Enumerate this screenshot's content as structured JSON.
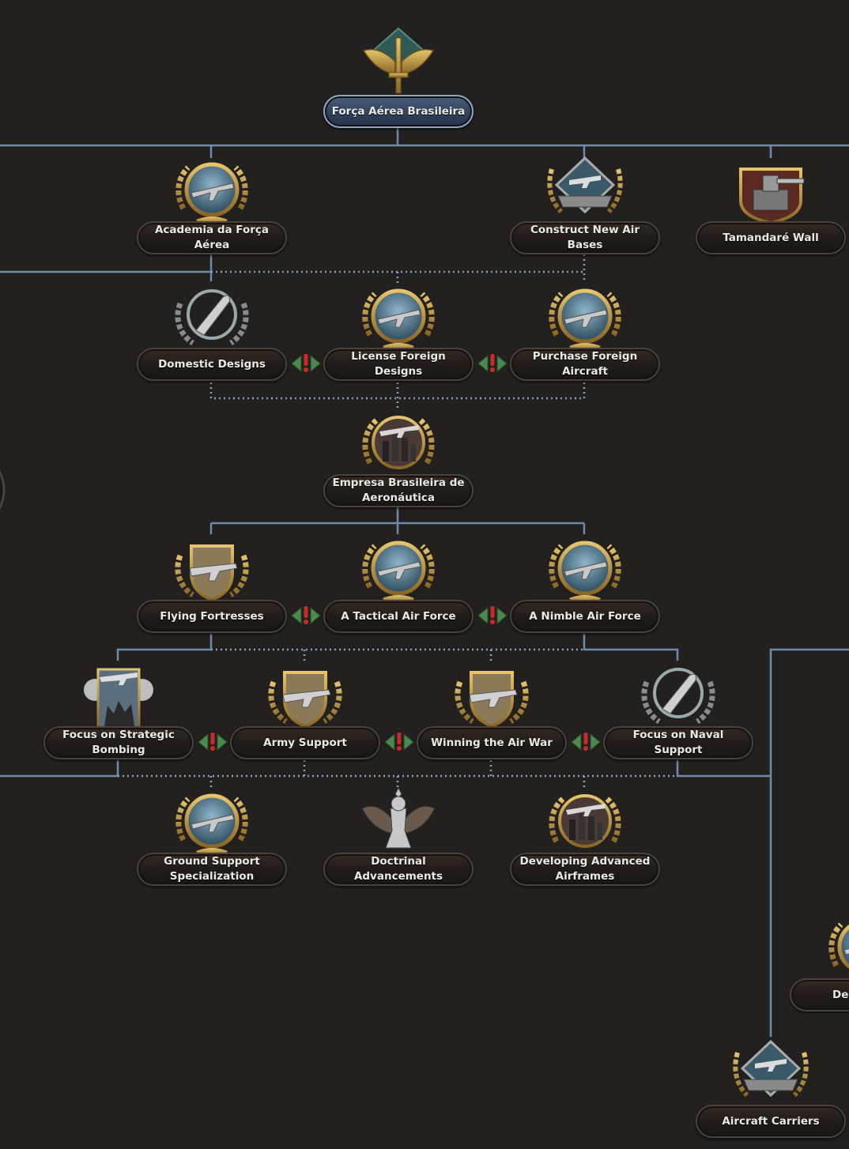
{
  "focus_tree": {
    "root": {
      "label": "Força Aérea Brasileira",
      "icon": "winged-sword-emblem-icon"
    },
    "academia": {
      "label": "Academia da Força Aérea",
      "icon": "pilots-portrait-icon"
    },
    "air_bases": {
      "label": "Construct New Air Bases",
      "icon": "airbase-runway-icon"
    },
    "tamandare": {
      "label": "Tamandaré Wall",
      "icon": "coastal-gun-fort-icon"
    },
    "domestic": {
      "label": "Domestic Designs",
      "icon": "crossed-wrenches-icon"
    },
    "license": {
      "label": "License Foreign Designs",
      "icon": "blueprint-plane-icon"
    },
    "purchase": {
      "label": "Purchase Foreign Aircraft",
      "icon": "gold-coins-plane-icon"
    },
    "embraer": {
      "label": "Empresa Brasileira de Aeronáutica",
      "icon": "aircraft-factory-icon"
    },
    "fortresses": {
      "label": "Flying Fortresses",
      "icon": "heavy-bomber-shield-icon"
    },
    "tactical": {
      "label": "A Tactical Air Force",
      "icon": "tactical-bomber-icon"
    },
    "nimble": {
      "label": "A Nimble Air Force",
      "icon": "fighter-plane-icon"
    },
    "strategic": {
      "label": "Focus on Strategic Bombing",
      "icon": "bombed-city-icon"
    },
    "army_support": {
      "label": "Army Support",
      "icon": "cas-plane-icon"
    },
    "air_war": {
      "label": "Winning the Air War",
      "icon": "fighter-laurel-icon"
    },
    "naval_support": {
      "label": "Focus on Naval Support",
      "icon": "torpedo-icon"
    },
    "ground_support": {
      "label": "Ground Support Specialization",
      "icon": "tank-plane-icon"
    },
    "doctrinal": {
      "label": "Doctrinal Advancements",
      "icon": "chess-king-wings-icon"
    },
    "airframes": {
      "label": "Developing Advanced Airframes",
      "icon": "armored-car-plane-icon"
    },
    "carriers": {
      "label": "Aircraft Carriers",
      "icon": "aircraft-carrier-icon"
    },
    "offscreen_right": {
      "label": "De",
      "icon": "partial-focus-icon"
    }
  },
  "exclusive_marker": {
    "icon": "mutually-exclusive-icon",
    "colors": {
      "arrow": "#4a8a4a",
      "mark": "#cc2a2a"
    }
  },
  "colors": {
    "background": "#222120",
    "line": "#6f8bab",
    "label_text": "#ece8e2",
    "gold": "#c9a24a"
  }
}
